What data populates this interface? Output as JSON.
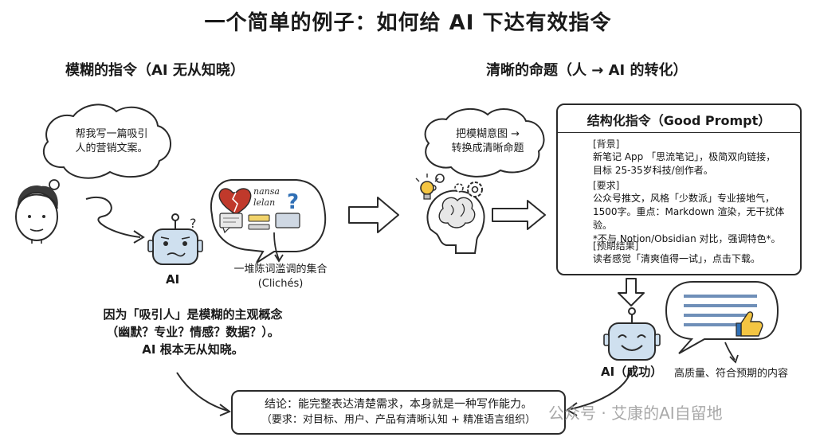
{
  "title": "一个简单的例子：如何给 AI 下达有效指令",
  "left": {
    "heading": "模糊的指令（AI 无从知晓）",
    "bubble_line1": "帮我写一篇吸引",
    "bubble_line2": "人的营销文案。",
    "robot_label": "AI",
    "cliche_line1": "一堆陈词滥调的集合",
    "cliche_line2": "(Clichés)",
    "explain_line1": "因为「吸引人」是模糊的主观概念",
    "explain_line2": "（幽默？专业？情感？数据？）。",
    "explain_line3": "AI 根本无从知晓。"
  },
  "right": {
    "heading": "清晰的命题（人 → AI 的转化）",
    "bubble_line1": "把模糊意图 →",
    "bubble_line2": "转换成清晰命题",
    "panel_title": "结构化指令（Good Prompt）",
    "sections": [
      {
        "label": "[背景]",
        "line1": "新笔记 App 「思流笔记」，极简双向链接，",
        "line2": "目标 25-35岁科技/创作者。",
        "line3": ""
      },
      {
        "label": "[要求]",
        "line1": "公众号推文，风格「少数派」专业接地气，",
        "line2": "1500字。重点：Markdown 渲染，无干扰体验。",
        "line3": "*不与 Notion/Obsidian 对比，强调特色*。"
      },
      {
        "label": "[预期结果]",
        "line1": "读者感觉「清爽值得一试」，点击下载。",
        "line2": "",
        "line3": ""
      }
    ],
    "robot_label": "AI（成功）",
    "result_label": "高质量、符合预期的内容"
  },
  "conclusion": {
    "line1": "结论：能完整表达清楚需求，本身就是一种写作能力。",
    "line2": "（要求：对目标、用户、产品有清晰认知 + 精准语言组织）"
  },
  "watermark": "公众号 · 艾康的AI自留地",
  "icons": [
    "person-head-icon",
    "robot-confused-icon",
    "broken-heart-icon",
    "question-icon",
    "brain-head-icon",
    "lightbulb-icon",
    "gear-icon",
    "map-icon",
    "notepad-pen-icon",
    "target-icon",
    "robot-happy-icon",
    "thumbs-up-icon",
    "wechat-icon"
  ]
}
